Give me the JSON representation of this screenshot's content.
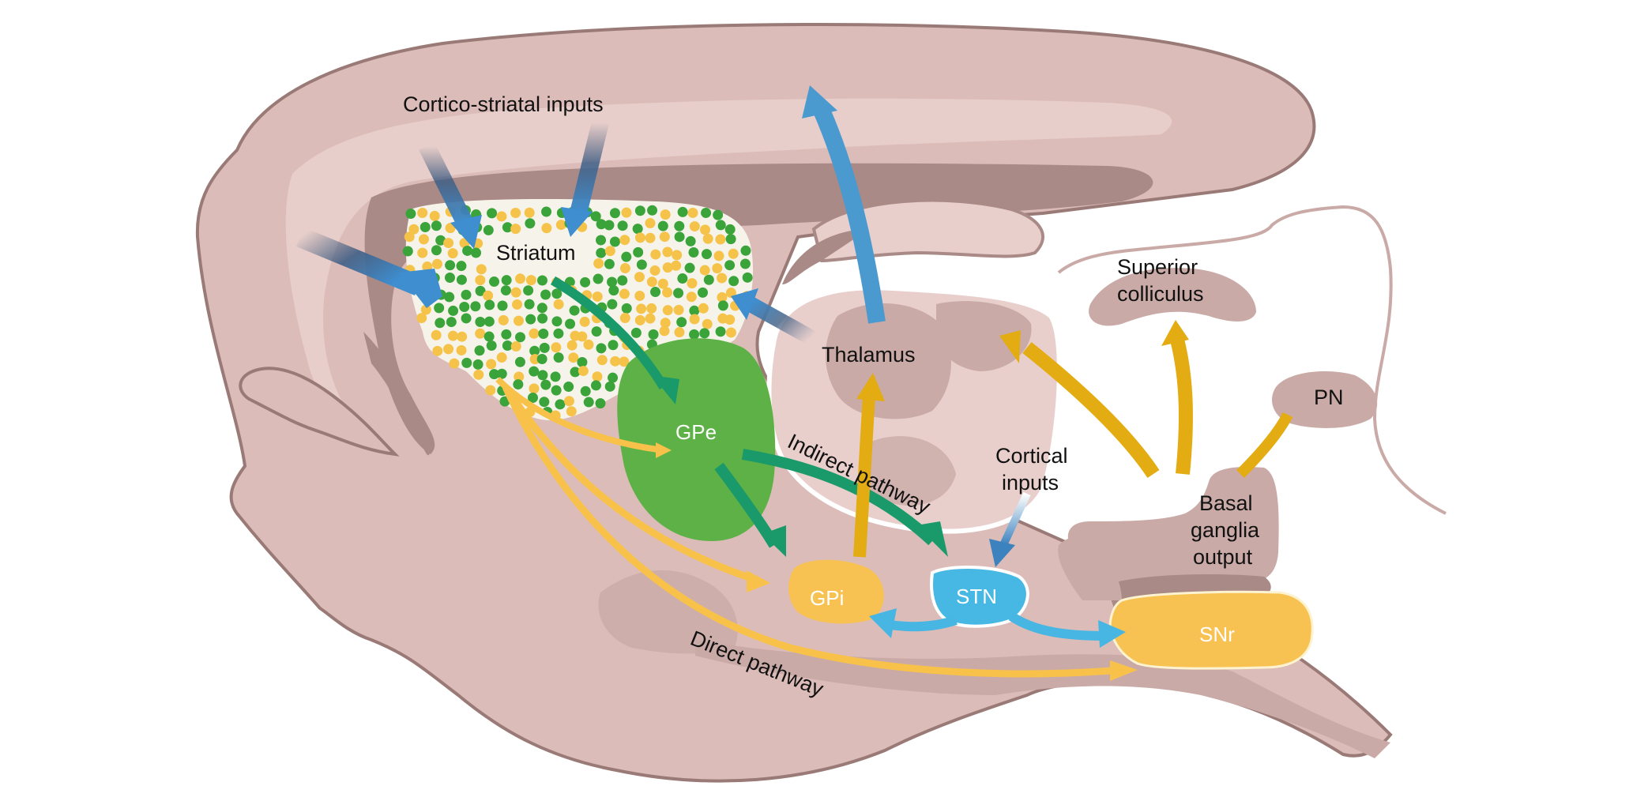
{
  "figure": {
    "subject": "Basal ganglia circuitry in a sagittal rodent brain section",
    "labels": {
      "cortico_striatal": "Cortico-striatal inputs",
      "striatum": "Striatum",
      "thalamus": "Thalamus",
      "gpe": "GPe",
      "gpi": "GPi",
      "stn": "STN",
      "snr": "SNr",
      "indirect": "Indirect pathway",
      "direct": "Direct pathway",
      "cortical_1": "Cortical",
      "cortical_2": "inputs",
      "superior_1": "Superior",
      "superior_2": "colliculus",
      "pn": "PN",
      "bg_1": "Basal",
      "bg_2": "ganglia",
      "bg_3": "output"
    },
    "colors": {
      "brain_tissue": "#dcbcb8",
      "brain_light": "#e8cfcc",
      "brain_dark": "#a98a86",
      "brain_outline": "#9a7a76",
      "nucleus": "#c9aaa6",
      "striatum_bg": "#f6f4ea",
      "dot_green": "#3aa33a",
      "dot_yellow": "#f5c24a",
      "gpe": "#5db146",
      "gpi": "#f8c252",
      "stn": "#46b8e3",
      "snr": "#f8c252",
      "indirect_arrow": "#1a9a6a",
      "direct_arrow": "#f8c24a",
      "output_arrow": "#e3ac12",
      "cortical_arrow": "#4a8fc8",
      "thalamic_arrow": "#4a9ad0",
      "stn_arrow": "#47b6e2"
    }
  }
}
